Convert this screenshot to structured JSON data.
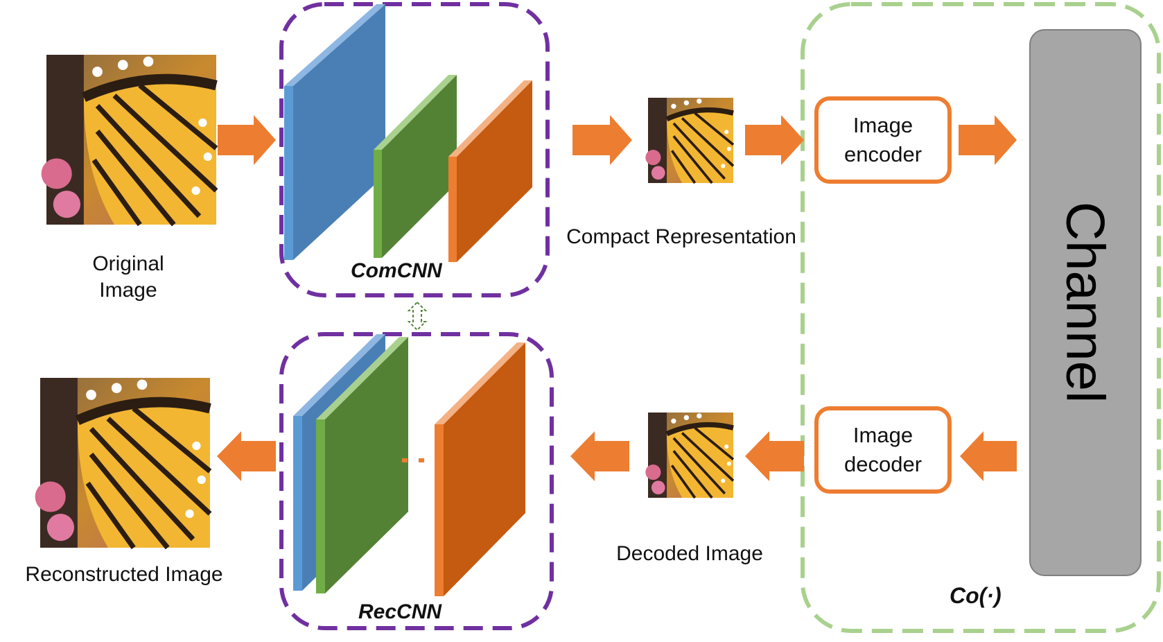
{
  "labels": {
    "original_image": "Original\nImage",
    "compact_representation": "Compact Representation",
    "reconstructed_image": "Reconstructed Image",
    "decoded_image": "Decoded Image",
    "comcnn": "ComCNN",
    "reccnn": "RecCNN",
    "image_encoder": "Image\nencoder",
    "image_decoder": "Image\ndecoder",
    "channel": "Channel",
    "co": "Co(·)"
  },
  "colors": {
    "arrow": "#ED7D31",
    "cnn_border": "#7030A0",
    "codec_border": "#A9D18E",
    "blue_layer": "#4472C4",
    "green_layer": "#548235",
    "orange_layer": "#C55A11",
    "channel_fill": "#A6A6A6"
  }
}
